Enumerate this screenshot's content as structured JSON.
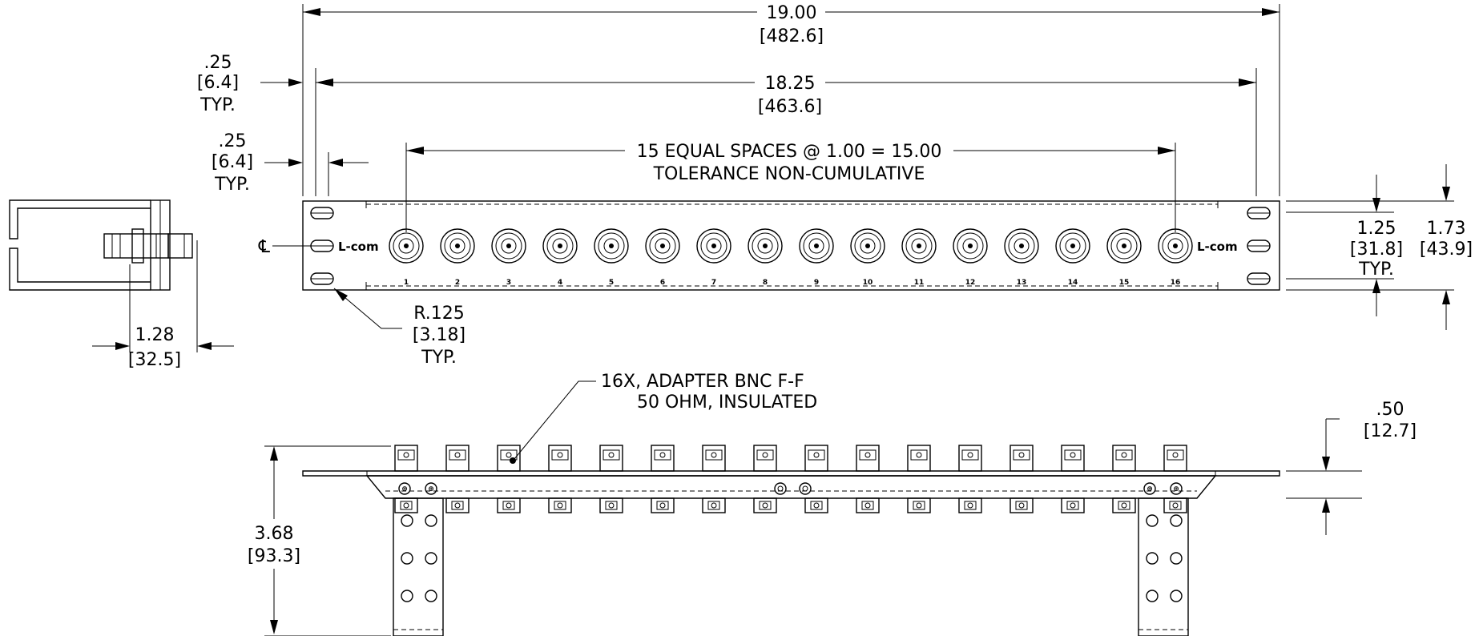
{
  "dimensions": {
    "overall_width": {
      "in": "19.00",
      "mm": "[482.6]"
    },
    "panel_width": {
      "in": "18.25",
      "mm": "[463.6]"
    },
    "edge_offset_1": {
      "in": ".25",
      "mm": "[6.4]",
      "note": "TYP."
    },
    "edge_offset_2": {
      "in": ".25",
      "mm": "[6.4]",
      "note": "TYP."
    },
    "spacing": {
      "line1": "15 EQUAL SPACES @ 1.00 = 15.00",
      "line2": "TOLERANCE NON-CUMULATIVE"
    },
    "hole_spacing": {
      "in": "1.25",
      "mm": "[31.8]",
      "note": "TYP."
    },
    "panel_height": {
      "in": "1.73",
      "mm": "[43.9]"
    },
    "slot_radius": {
      "in": "R.125",
      "mm": "[3.18]",
      "note": "TYP."
    },
    "side_depth": {
      "in": "1.28",
      "mm": "[32.5]"
    },
    "bnc_protrusion": {
      "in": ".50",
      "mm": "[12.7]"
    },
    "bracket_depth": {
      "in": "3.68",
      "mm": "[93.3]"
    }
  },
  "callout": {
    "line1": "16X, ADAPTER BNC F-F",
    "line2": "50 OHM, INSULATED"
  },
  "centerline_symbol": "℄",
  "logo_text": "L-com",
  "port_numbers": [
    "1",
    "2",
    "3",
    "4",
    "5",
    "6",
    "7",
    "8",
    "9",
    "10",
    "11",
    "12",
    "13",
    "14",
    "15",
    "16"
  ]
}
